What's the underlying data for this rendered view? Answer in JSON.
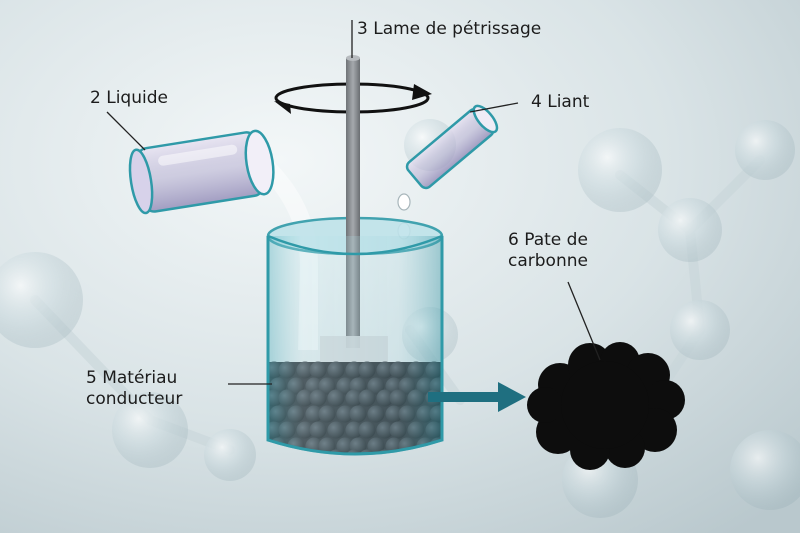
{
  "labels": {
    "liquide": "2 Liquide",
    "lame": "3 Lame de pétrissage",
    "liant": "4 Liant",
    "materiau": "5 Matériau\nconducteur",
    "pate": "6 Pate de\ncarbonne"
  },
  "colors": {
    "background": "#dfe7ea",
    "beaker_teal": "#2f9aa8",
    "arrow": "#1f6f80",
    "blade": "#8a8e92",
    "pellets": "#2b3036",
    "paste": "#0d0d0d",
    "text": "#1c1c1c"
  }
}
